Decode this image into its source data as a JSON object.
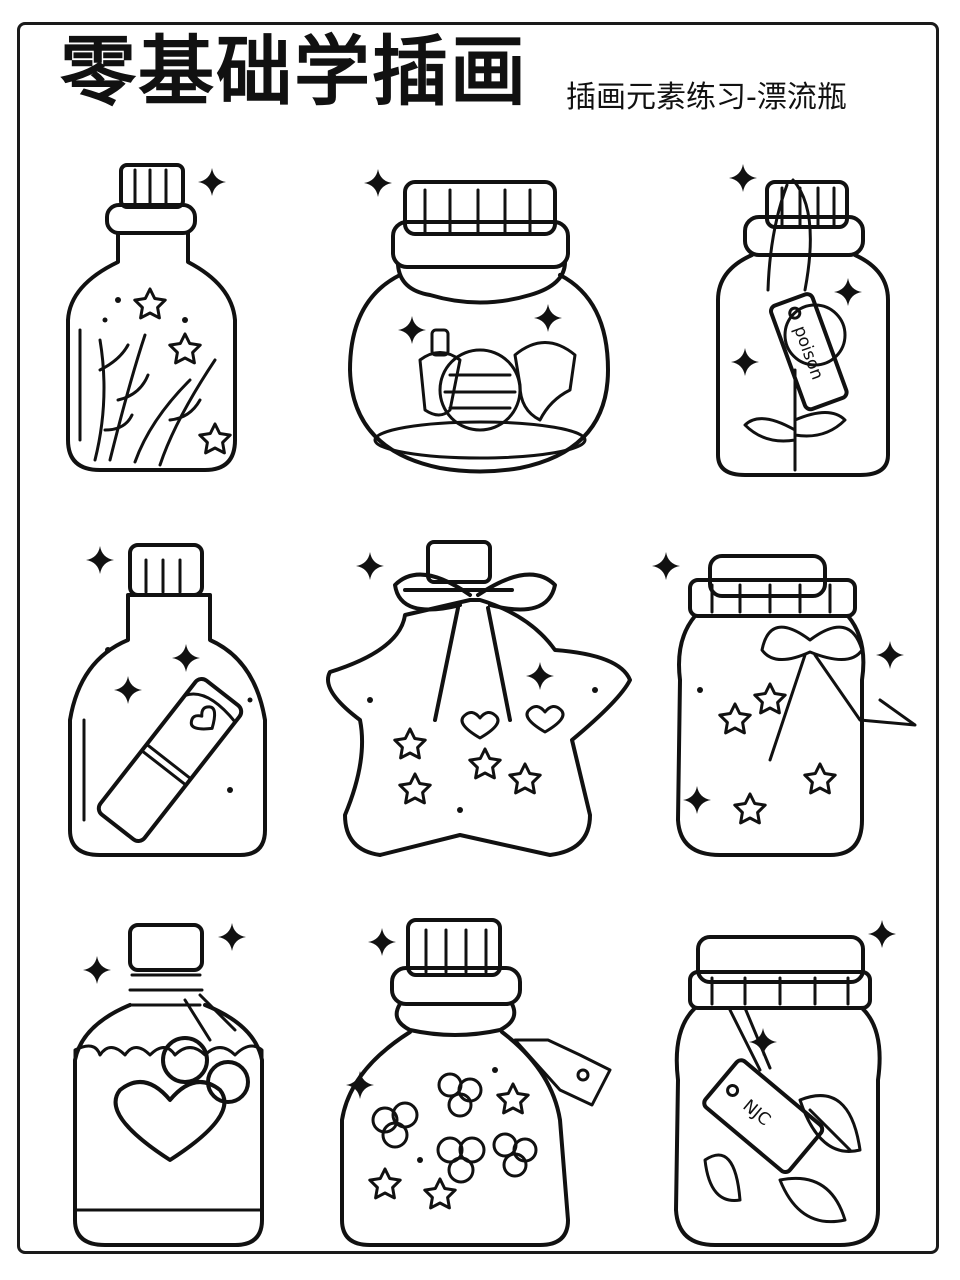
{
  "header": {
    "title": "零基础学插画",
    "subtitle": "插画元素练习-漂流瓶"
  },
  "bottles": [
    {
      "name": "bottle-plants-stars"
    },
    {
      "name": "bottle-round-perfume-candy"
    },
    {
      "name": "bottle-poison-tag-flower",
      "tag_text": "poison"
    },
    {
      "name": "bottle-scroll-letter"
    },
    {
      "name": "bottle-star-shape-bow"
    },
    {
      "name": "bottle-jar-bow-stars"
    },
    {
      "name": "bottle-heart-label"
    },
    {
      "name": "bottle-clover-tag"
    },
    {
      "name": "bottle-jar-leaves-tag",
      "tag_text": "NJC"
    }
  ]
}
